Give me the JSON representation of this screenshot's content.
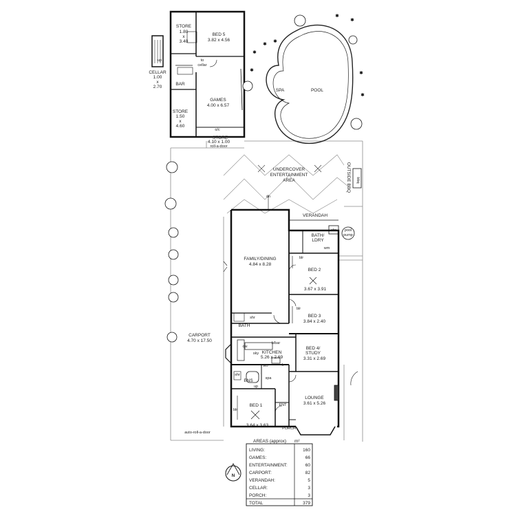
{
  "rooms": {
    "store_top": {
      "name": "STORE",
      "dims": [
        "1.80",
        "x",
        "3.40"
      ]
    },
    "bed5": {
      "name": "BED 5",
      "dims": "3.82 x 4.56"
    },
    "to_cellar": [
      "to",
      "cellar"
    ],
    "bar": "BAR",
    "up": "up",
    "cellar": {
      "name": "CELLAR",
      "dims": [
        "1.00",
        "x",
        "2.70"
      ]
    },
    "games": {
      "name": "GAMES",
      "dims": "4.00 x 6.57"
    },
    "store_mid": {
      "name": "STORE",
      "dims": [
        "1.50",
        "x",
        "4.60"
      ]
    },
    "store_bottom": {
      "name": "STORE",
      "dims": "4.10 x 1.00",
      "note": "roll-a-door"
    },
    "oc": "o/c",
    "spa": "SPA",
    "pool": "POOL",
    "entertainment": [
      "UNDERCOVER",
      "ENTERTAINMENT",
      "AREA"
    ],
    "outside_bbq": "OUTSIDE BBQ",
    "bbq_box": "bbq",
    "verandah": "VERANDAH",
    "family": {
      "name": "FAMILY/DINING",
      "dims": "4.84 x 8.28"
    },
    "bath_ldry": [
      "BATH/",
      "LDRY"
    ],
    "shr": "shr",
    "wm": "wm",
    "pool_pump": [
      "pool",
      "pump"
    ],
    "blr": "blr",
    "bed2": {
      "name": "BED 2",
      "dims": "3.67 x 3.91"
    },
    "bed3": {
      "name": "BED 3",
      "dims": "3.84 x 2.40"
    },
    "bath": "BATH",
    "carport": {
      "name": "CARPORT",
      "dims": "4.70 x 17.50"
    },
    "kitchen": {
      "name": "KITCHEN",
      "dims": "5.26 x 2.69"
    },
    "dw": "dw",
    "sky": "sky",
    "wo": "wo",
    "fr": "fr",
    "bbar": "b/bar",
    "bed4": {
      "name": [
        "BED 4/",
        "STUDY"
      ],
      "dims": "3.31 x 2.69"
    },
    "ens": "ENS",
    "spa_small": "spa",
    "lounge": {
      "name": "LOUNGE",
      "dims": "3.61 x 5.26"
    },
    "bed1": {
      "name": "BED 1",
      "dims": "3.64 x 3.63"
    },
    "ent": "ENT",
    "porch": "PORCH",
    "auto_door": "auto-roll-a-door",
    "dn": "dn"
  },
  "areas": {
    "title": "AREAS (approx)",
    "unit": "m²",
    "rows": [
      {
        "label": "LIVING:",
        "value": "160"
      },
      {
        "label": "GAMES:",
        "value": "66"
      },
      {
        "label": "ENTERTAINMENT:",
        "value": "60"
      },
      {
        "label": "CARPORT:",
        "value": "82"
      },
      {
        "label": "VERANDAH:",
        "value": "5"
      },
      {
        "label": "CELLAR:",
        "value": "3"
      },
      {
        "label": "PORCH:",
        "value": "3"
      }
    ],
    "total": {
      "label": "TOTAL",
      "value": "379"
    }
  },
  "compass": "N"
}
